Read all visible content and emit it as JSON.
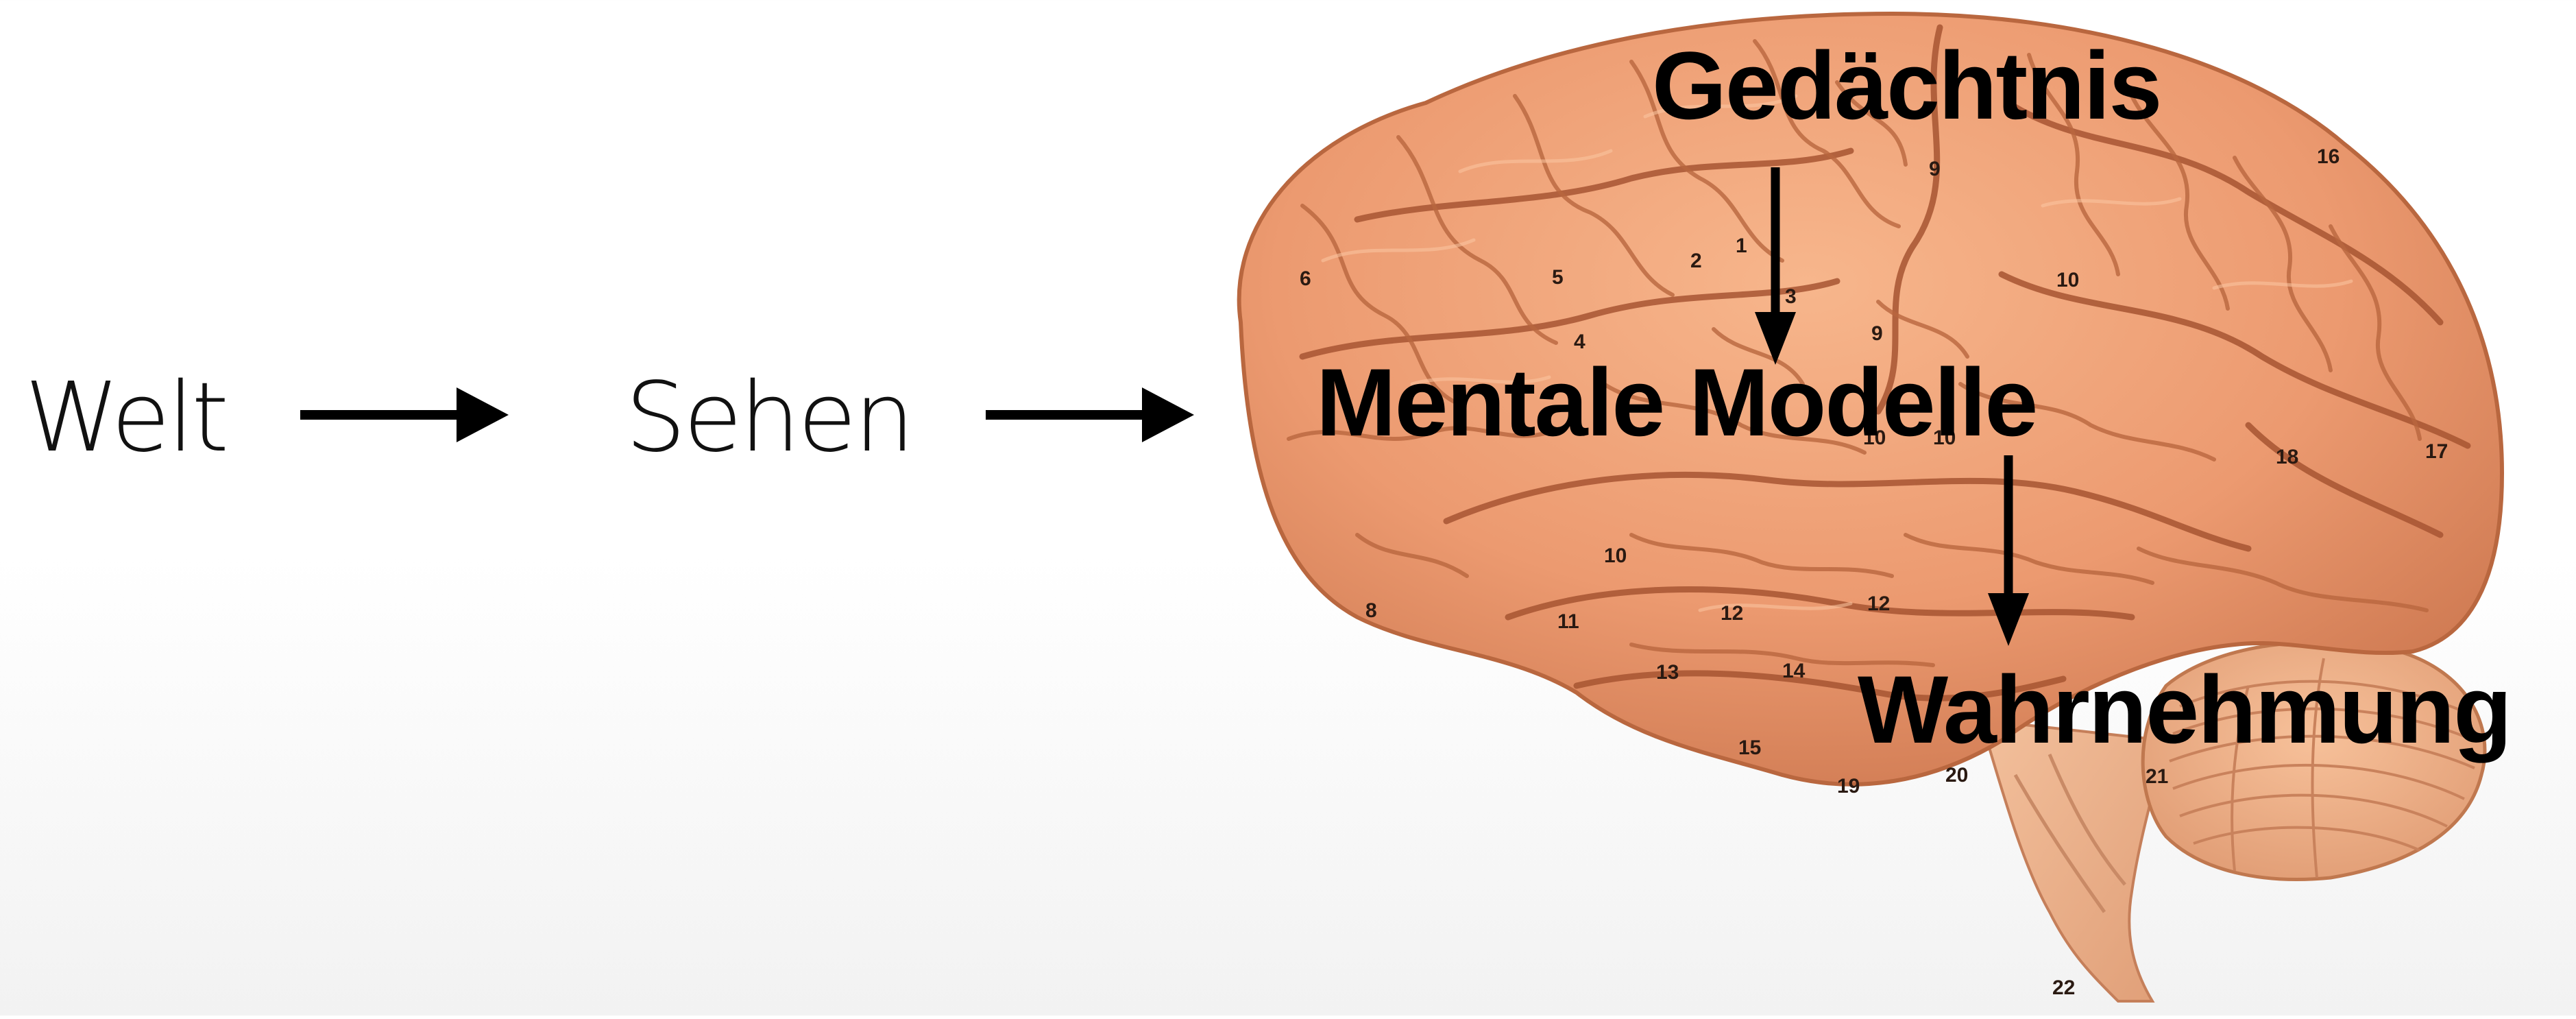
{
  "flow": {
    "world": "Welt",
    "seeing": "Sehen"
  },
  "brain": {
    "memory": "Gedächtnis",
    "mental_models": "Mentale Modelle",
    "perception": "Wahrnehmung",
    "numbers": [
      "1",
      "2",
      "3",
      "4",
      "5",
      "6",
      "8",
      "9",
      "9",
      "10",
      "10",
      "10",
      "10",
      "11",
      "12",
      "12",
      "13",
      "14",
      "15",
      "16",
      "17",
      "18",
      "19",
      "20",
      "21",
      "22"
    ]
  },
  "colors": {
    "brain_base": "#e8956c",
    "brain_light": "#f6b48a",
    "brain_shadow": "#b8623e",
    "text": "#000000"
  }
}
